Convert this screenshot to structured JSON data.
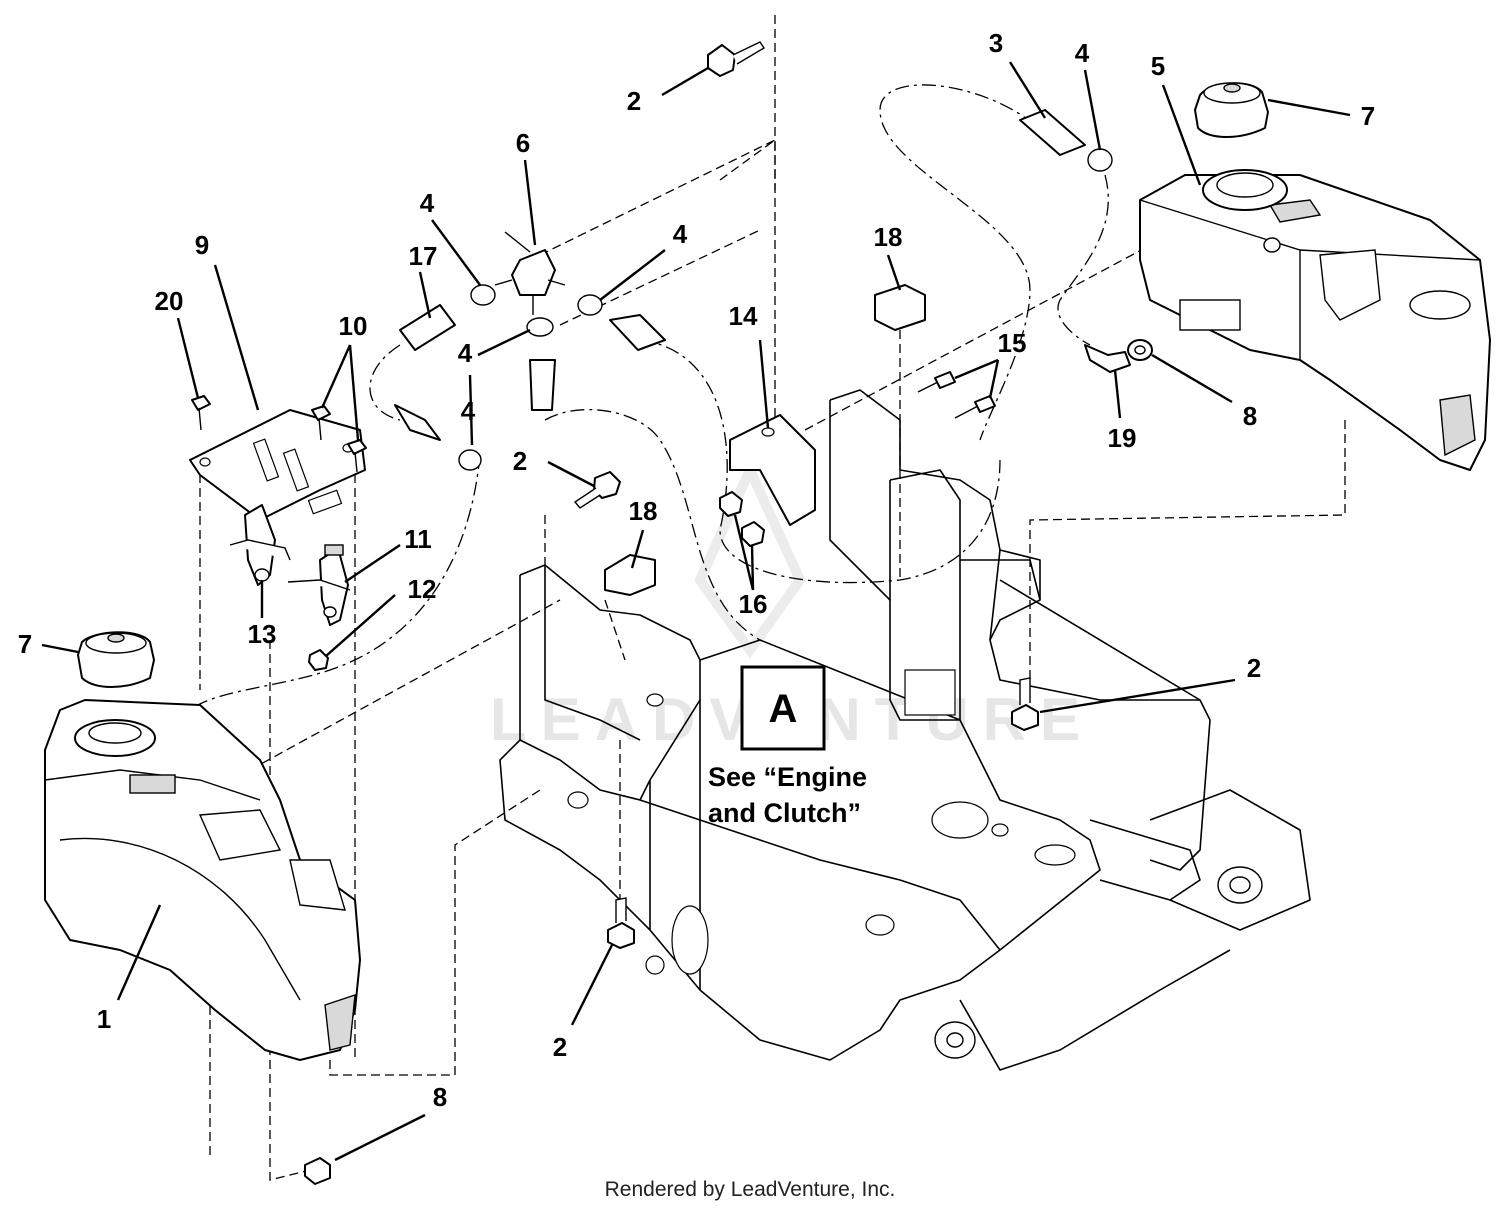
{
  "watermark": "LEADVENTURE",
  "reference_box": {
    "letter": "A",
    "note_line1": "See “Engine",
    "note_line2": "and Clutch”"
  },
  "footer": "Rendered by LeadVenture, Inc.",
  "callouts": {
    "c2_top": "2",
    "c3": "3",
    "c4_right": "4",
    "c5": "5",
    "c7_right": "7",
    "c6": "6",
    "c4_a": "4",
    "c4_b": "4",
    "c9": "9",
    "c17": "17",
    "c20": "20",
    "c10": "10",
    "c4_c": "4",
    "c4_d": "4",
    "c14": "14",
    "c18_right": "18",
    "c15": "15",
    "c19": "19",
    "c8_right": "8",
    "c2_mid": "2",
    "c18_mid": "18",
    "c11": "11",
    "c12": "12",
    "c13": "13",
    "c16": "16",
    "c7_left": "7",
    "c2_right": "2",
    "c1": "1",
    "c2_bottom": "2",
    "c8_bottom": "8"
  }
}
